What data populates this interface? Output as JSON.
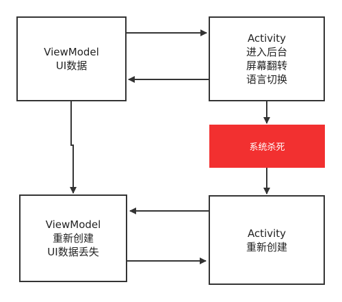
{
  "diagram": {
    "viewmodel_top": {
      "title": "ViewModel",
      "subtitle": "UI数据"
    },
    "activity_top": {
      "title": "Activity",
      "lines": [
        "进入后台",
        "屏幕翻转",
        "语言切换"
      ]
    },
    "system_kill": {
      "label": "系统杀死",
      "color": "#f23030"
    },
    "viewmodel_bottom": {
      "title": "ViewModel",
      "lines": [
        "重新创建",
        "UI数据丢失"
      ]
    },
    "activity_bottom": {
      "title": "Activity",
      "subtitle": "重新创建"
    }
  }
}
